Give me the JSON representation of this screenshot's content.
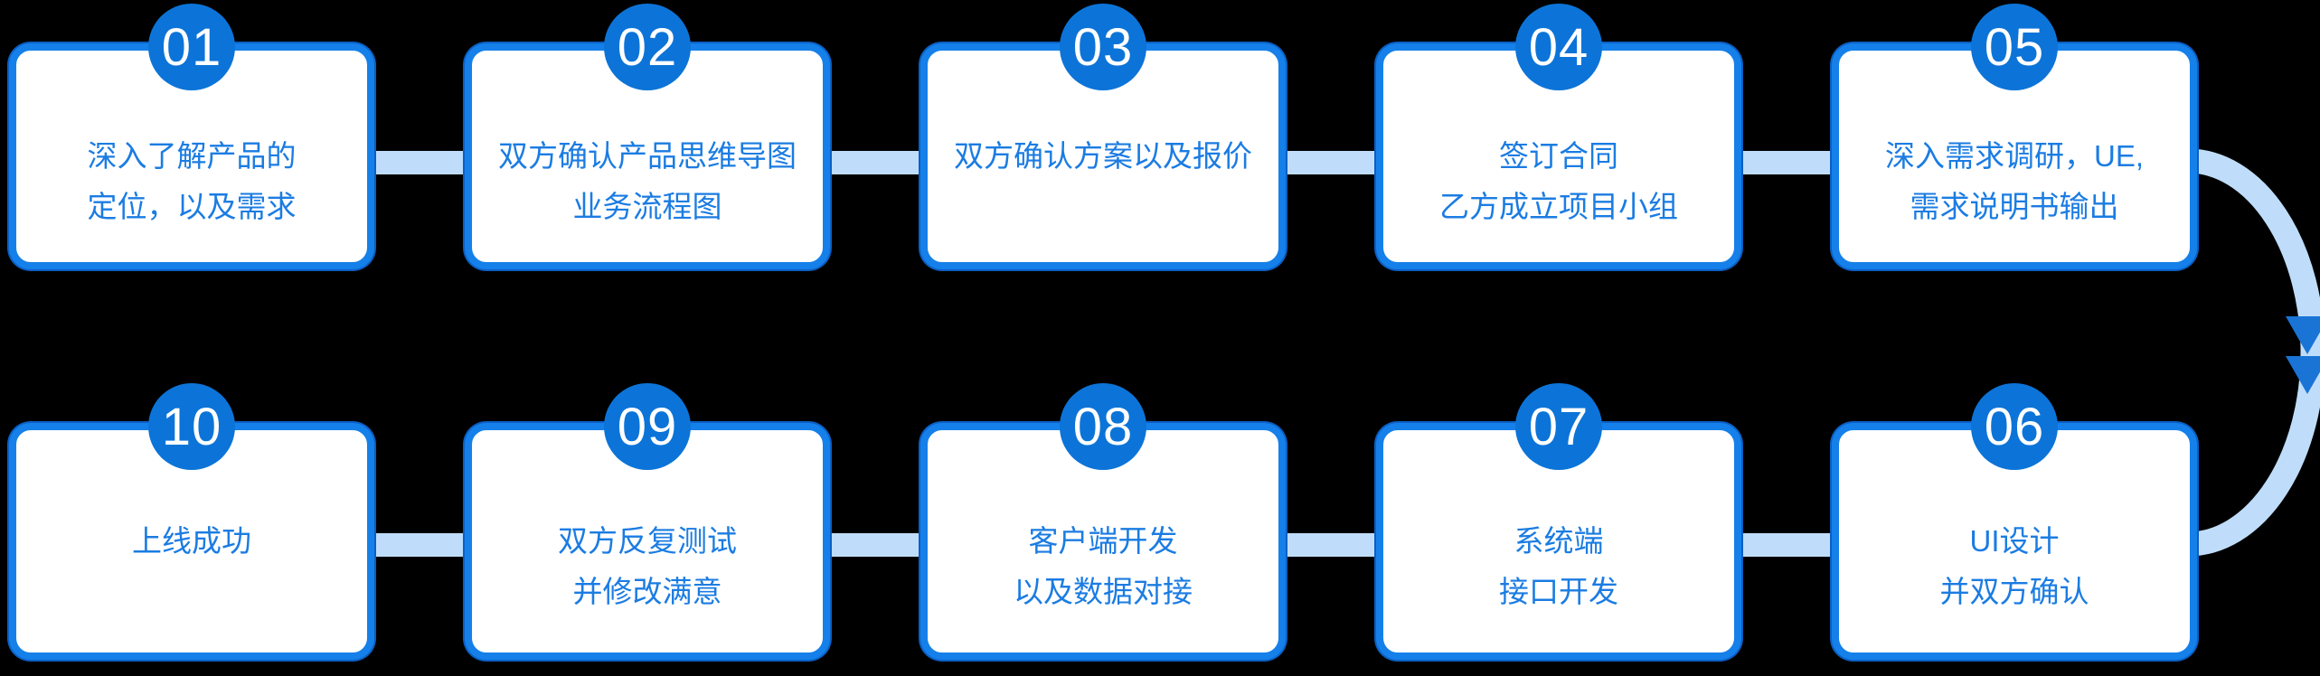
{
  "colors": {
    "background": "#000000",
    "card_fill": "#ffffff",
    "card_border": "#1580e9",
    "card_border_dark": "#0b5fc4",
    "badge_fill": "#0c74d8",
    "badge_text": "#ffffff",
    "step_text": "#1b7ce2",
    "connector": "#bfddfa",
    "arrowhead": "#1974d6"
  },
  "steps": [
    {
      "number": "01",
      "line1": "深入了解产品的",
      "line2": "定位，以及需求"
    },
    {
      "number": "02",
      "line1": "双方确认产品思维导图",
      "line2": "业务流程图"
    },
    {
      "number": "03",
      "line1": "双方确认方案以及报价",
      "line2": ""
    },
    {
      "number": "04",
      "line1": "签订合同",
      "line2": "乙方成立项目小组"
    },
    {
      "number": "05",
      "line1": "深入需求调研，UE,",
      "line2": "需求说明书输出"
    },
    {
      "number": "06",
      "line1": "UI设计",
      "line2": "并双方确认"
    },
    {
      "number": "07",
      "line1": "系统端",
      "line2": "接口开发"
    },
    {
      "number": "08",
      "line1": "客户端开发",
      "line2": "以及数据对接"
    },
    {
      "number": "09",
      "line1": "双方反复测试",
      "line2": "并修改满意"
    },
    {
      "number": "10",
      "line1": "上线成功",
      "line2": ""
    }
  ]
}
